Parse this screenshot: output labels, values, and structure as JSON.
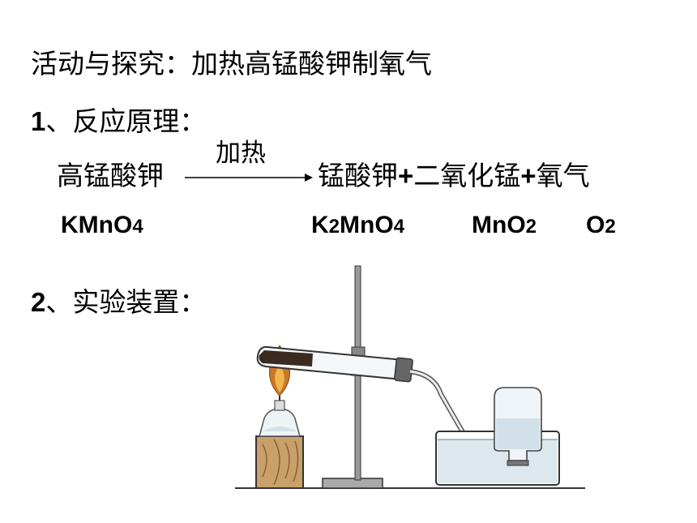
{
  "heading": "活动与探究：加热高锰酸钾制氧气",
  "section1": {
    "number": "1",
    "text": "、反应原理："
  },
  "reaction": {
    "reactant": "高锰酸钾",
    "condition": "加热",
    "product1": "锰酸钾",
    "plus1": "+",
    "product2": "二氧化锰",
    "plus2": "+",
    "product3": "氧气"
  },
  "formulas": {
    "kmno4": {
      "main": "KMnO",
      "sub": "4"
    },
    "k2mno4": {
      "k": "K",
      "sub2": "2",
      "mid": "MnO",
      "sub4": "4"
    },
    "mno2": {
      "main": "MnO",
      "sub": "2"
    },
    "o2": {
      "main": "O",
      "sub": "2"
    }
  },
  "section2": {
    "number": "2",
    "text": "、实验装置："
  },
  "colors": {
    "flame": "#c9782a",
    "water": "#dde7ee",
    "wood": "#c9a06a"
  }
}
